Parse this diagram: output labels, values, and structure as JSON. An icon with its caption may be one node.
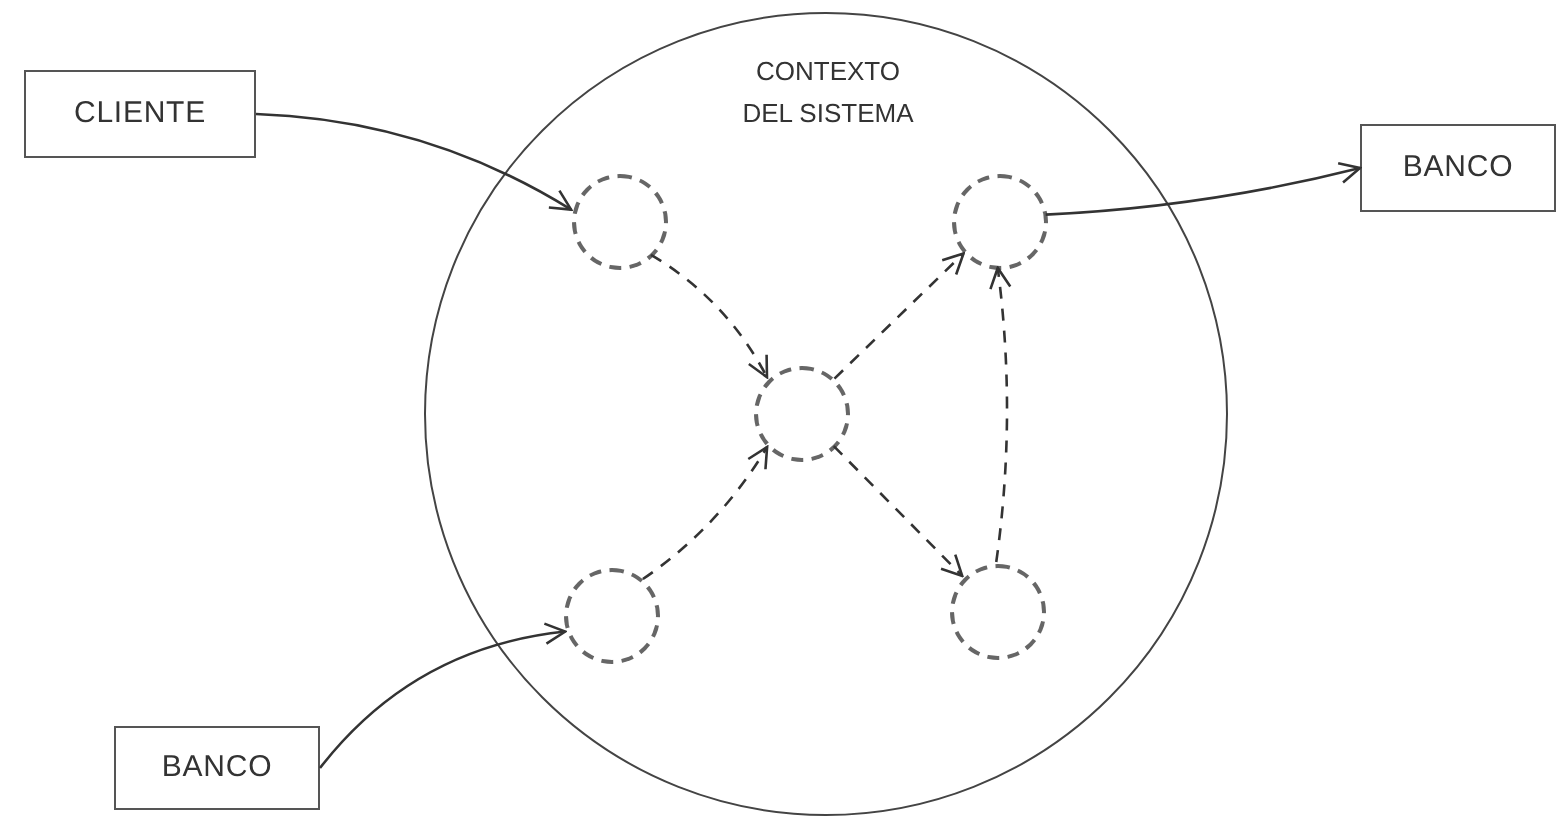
{
  "diagram": {
    "nodes": [
      {
        "text": [
          "CLIENTE"
        ]
      },
      {
        "text": [
          "CONTEXTO DEL SISTEMA"
        ]
      },
      {
        "text": [],
        "shape": "circle",
        "in": 1
      },
      {
        "text": [],
        "shape": "circle",
        "in": 1
      },
      {
        "text": [],
        "shape": "circle",
        "in": 1
      },
      {
        "text": [],
        "shape": "circle",
        "in": 1
      },
      {
        "text": [],
        "shape": "circle",
        "in": 1
      },
      {
        "text": [
          "BANCO"
        ]
      },
      {
        "text": [
          "BANCO"
        ]
      }
    ],
    "edges": [
      {
        "from": 0,
        "to": 2,
        "arrow": "to"
      },
      {
        "from": 2,
        "to": 4,
        "arrow": "to",
        "style": "dashed"
      },
      {
        "from": 4,
        "to": 3,
        "arrow": "to",
        "style": "dashed"
      },
      {
        "from": 4,
        "to": 6,
        "arrow": "to",
        "style": "dashed"
      },
      {
        "from": 6,
        "to": 3,
        "arrow": "to",
        "style": "dashed"
      },
      {
        "from": 5,
        "to": 4,
        "arrow": "to",
        "style": "dashed"
      },
      {
        "from": 3,
        "to": 7,
        "arrow": "to"
      },
      {
        "from": 8,
        "to": 5,
        "arrow": "to"
      }
    ]
  }
}
